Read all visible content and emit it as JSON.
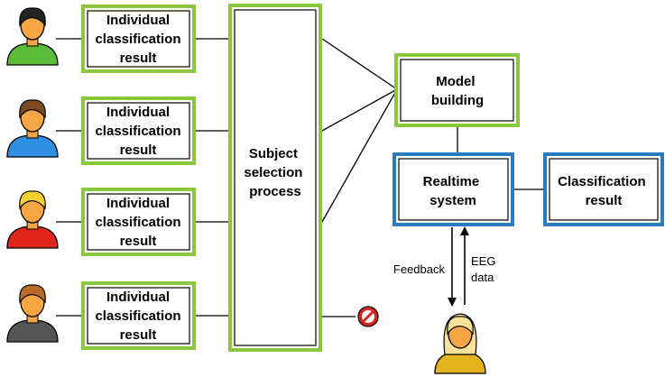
{
  "subjects": [
    {
      "label": "Individual classification result",
      "shirt_color": "#5dbb3a",
      "hair_color": "#222222",
      "skin_color": "#f6a544"
    },
    {
      "label": "Individual classification result",
      "shirt_color": "#2f8fe0",
      "hair_color": "#7a4a22",
      "skin_color": "#f6a544"
    },
    {
      "label": "Individual classification result",
      "shirt_color": "#e0261b",
      "hair_color": "#f4d12e",
      "skin_color": "#f6a544"
    },
    {
      "label": "Individual classification result",
      "shirt_color": "#555555",
      "hair_color": "#b86a28",
      "skin_color": "#f6a544"
    }
  ],
  "selection": {
    "label": "Subject selection process"
  },
  "model": {
    "label": "Model building"
  },
  "realtime": {
    "label": "Realtime system"
  },
  "classification": {
    "label": "Classification result"
  },
  "feedback_label": "Feedback",
  "eeg_label": "EEG data",
  "user": {
    "shirt_color": "#e3b21c",
    "hair_color": "#f7e29a",
    "skin_color": "#f6a544"
  },
  "colors": {
    "green_border": "#8cc63f",
    "blue_border": "#2a7bbf",
    "stop_sign": "#d9271e"
  },
  "icons": {
    "person": "person-icon",
    "stop": "stop-sign-icon"
  }
}
